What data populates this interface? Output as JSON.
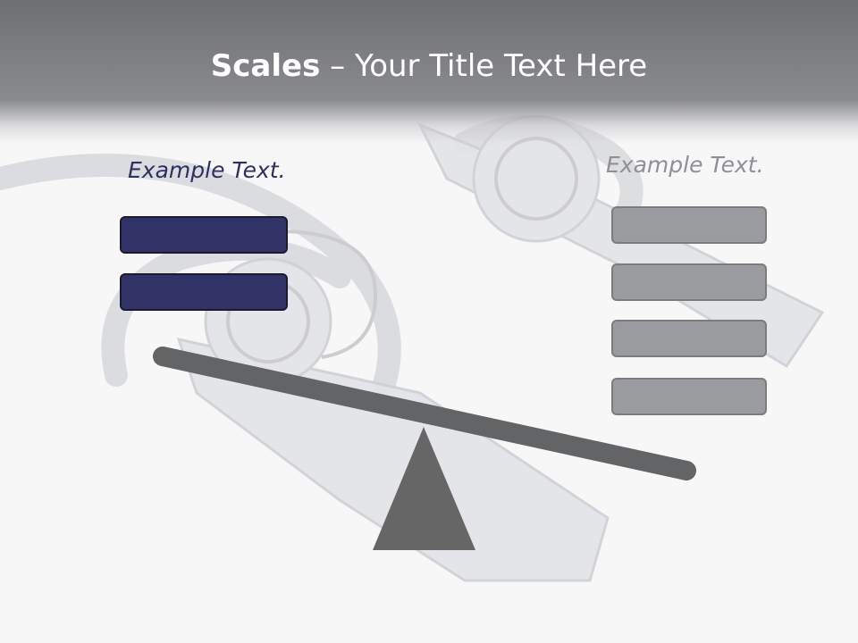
{
  "slide": {
    "title_strong": "Scales",
    "title_rest": " – Your Title Text Here"
  },
  "left_panel": {
    "label": "Example Text.",
    "boxes": [
      "",
      ""
    ]
  },
  "right_panel": {
    "label": "Example Text.",
    "boxes": [
      "",
      "",
      "",
      ""
    ]
  },
  "colors": {
    "header": "#7d7e82",
    "navy_box": "#313366",
    "gray_box": "#9a9b9f",
    "beam": "#636465",
    "fulcrum": "#666667"
  }
}
